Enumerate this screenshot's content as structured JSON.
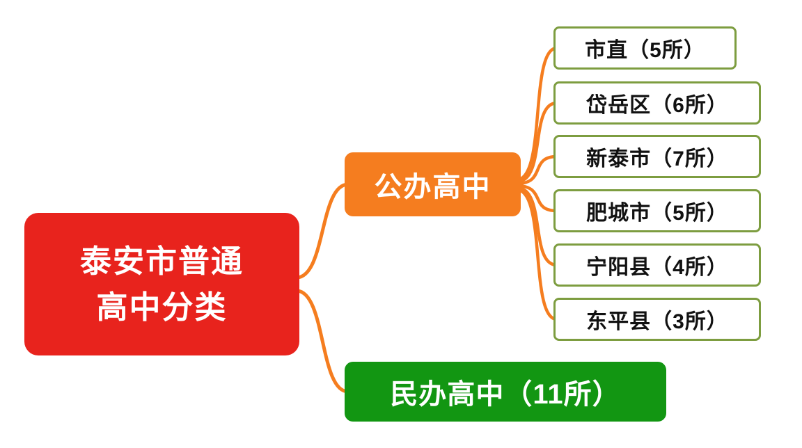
{
  "root": {
    "line1": "泰安市普通",
    "line2": "高中分类"
  },
  "branches": [
    {
      "label": "公办高中",
      "children": [
        {
          "label": "市直（5所）"
        },
        {
          "label": "岱岳区（6所）"
        },
        {
          "label": "新泰市（7所）"
        },
        {
          "label": "肥城市（5所）"
        },
        {
          "label": "宁阳县（4所）"
        },
        {
          "label": "东平县（3所）"
        }
      ]
    },
    {
      "label": "民办高中（11所）"
    }
  ],
  "colors": {
    "root_fill": "#e8231d",
    "public_fill": "#f57d1f",
    "private_fill": "#129612",
    "leaf_border": "#7d9d40",
    "leaf_text": "#111111",
    "connector": "#f57d1f",
    "node_text": "#ffffff"
  }
}
